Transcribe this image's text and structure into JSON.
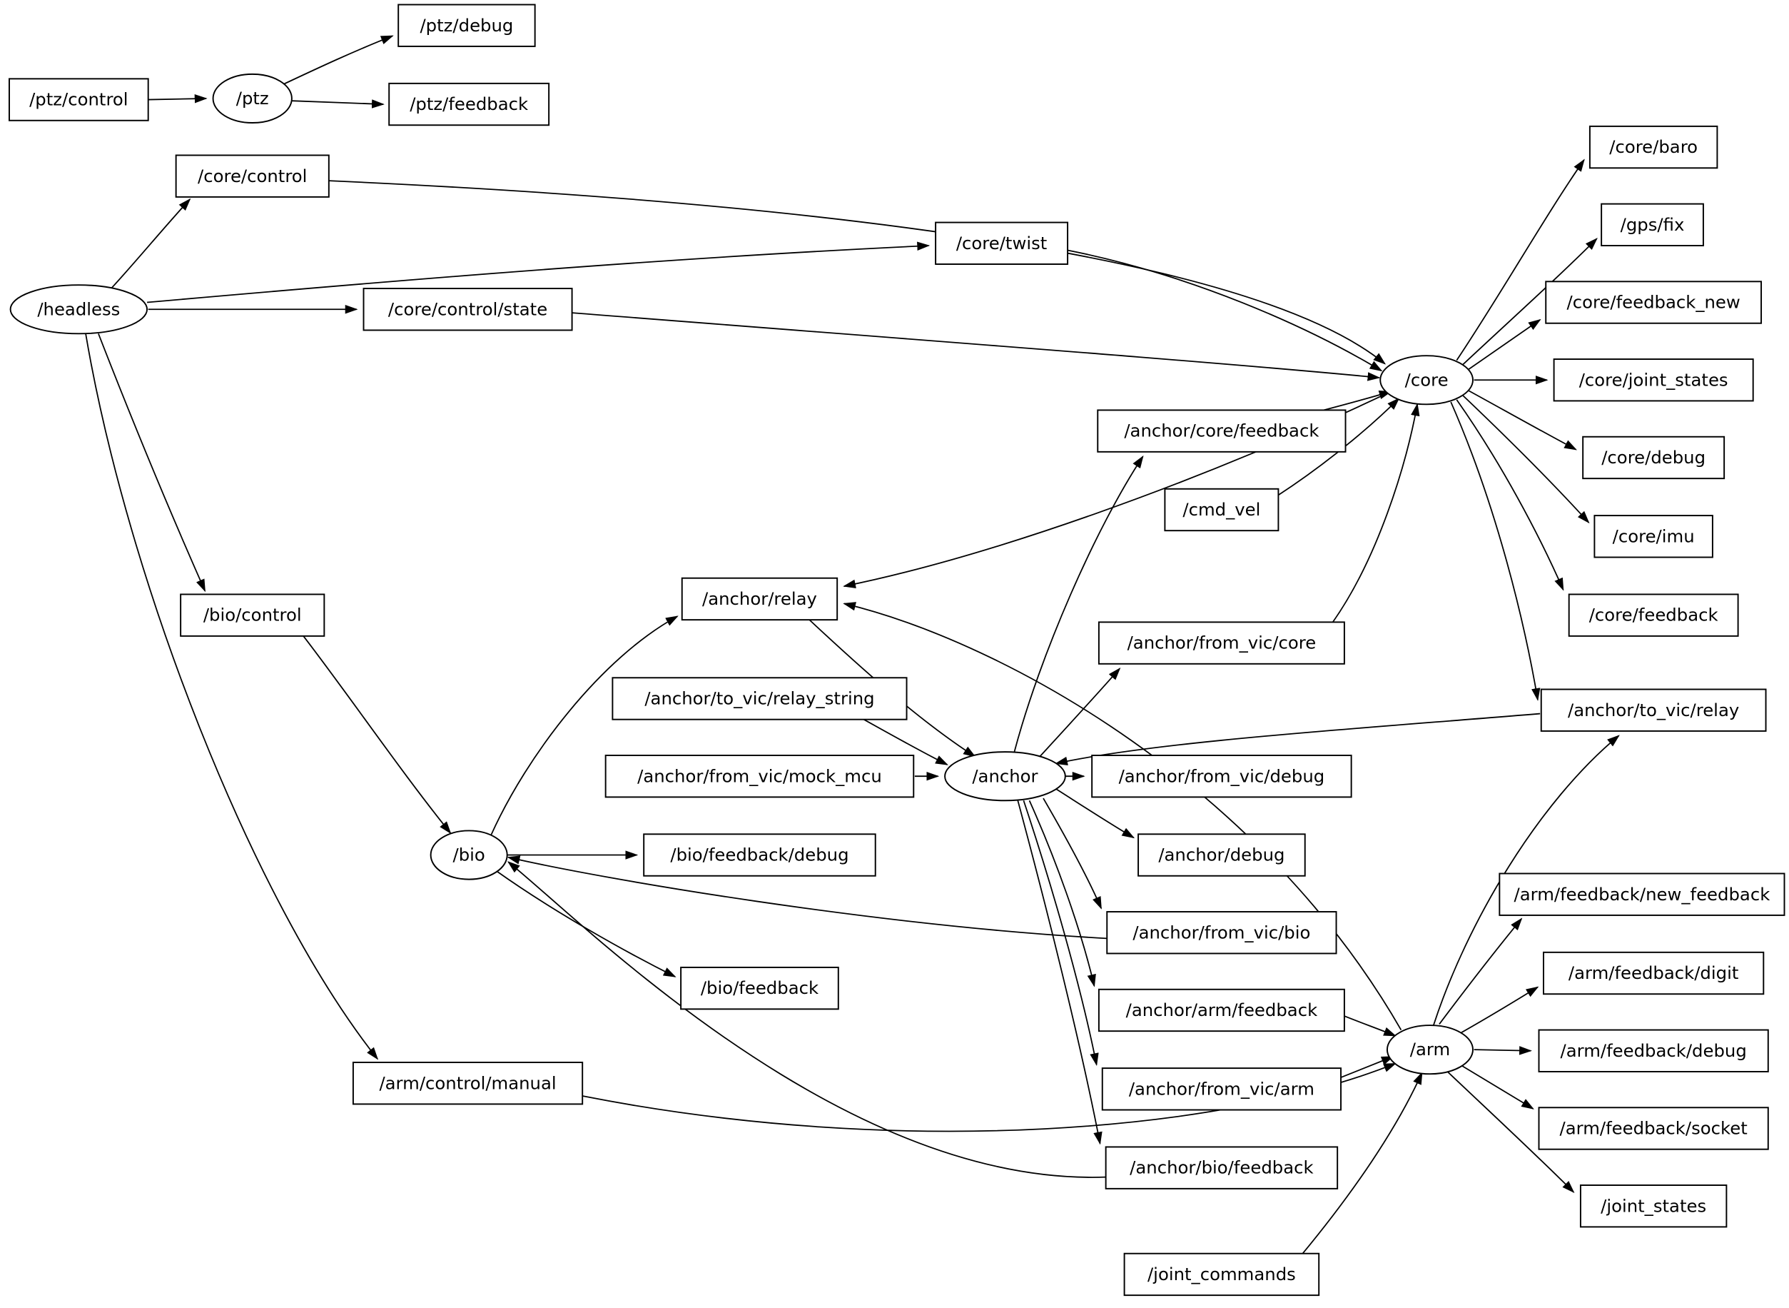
{
  "diagram": {
    "type": "ros-computation-graph",
    "colors": {
      "background": "#ffffff",
      "node_stroke": "#000000",
      "edge_stroke": "#000000",
      "text": "#000000"
    },
    "nodes": {
      "ptz": {
        "label": "/ptz",
        "shape": "ellipse"
      },
      "headless": {
        "label": "/headless",
        "shape": "ellipse"
      },
      "core": {
        "label": "/core",
        "shape": "ellipse"
      },
      "anchor": {
        "label": "/anchor",
        "shape": "ellipse"
      },
      "bio": {
        "label": "/bio",
        "shape": "ellipse"
      },
      "arm": {
        "label": "/arm",
        "shape": "ellipse"
      },
      "ptz_debug": {
        "label": "/ptz/debug",
        "shape": "box"
      },
      "ptz_control": {
        "label": "/ptz/control",
        "shape": "box"
      },
      "ptz_feedback": {
        "label": "/ptz/feedback",
        "shape": "box"
      },
      "core_control": {
        "label": "/core/control",
        "shape": "box"
      },
      "core_baro": {
        "label": "/core/baro",
        "shape": "box"
      },
      "gps_fix": {
        "label": "/gps/fix",
        "shape": "box"
      },
      "core_twist": {
        "label": "/core/twist",
        "shape": "box"
      },
      "core_feedback_new": {
        "label": "/core/feedback_new",
        "shape": "box"
      },
      "core_control_state": {
        "label": "/core/control/state",
        "shape": "box"
      },
      "core_joint_states": {
        "label": "/core/joint_states",
        "shape": "box"
      },
      "core_debug": {
        "label": "/core/debug",
        "shape": "box"
      },
      "anchor_core_feedback": {
        "label": "/anchor/core/feedback",
        "shape": "box"
      },
      "cmd_vel": {
        "label": "/cmd_vel",
        "shape": "box"
      },
      "core_imu": {
        "label": "/core/imu",
        "shape": "box"
      },
      "core_feedback": {
        "label": "/core/feedback",
        "shape": "box"
      },
      "anchor_relay": {
        "label": "/anchor/relay",
        "shape": "box"
      },
      "bio_control": {
        "label": "/bio/control",
        "shape": "box"
      },
      "anchor_from_vic_core": {
        "label": "/anchor/from_vic/core",
        "shape": "box"
      },
      "anchor_to_vic_relay_string": {
        "label": "/anchor/to_vic/relay_string",
        "shape": "box"
      },
      "anchor_to_vic_relay": {
        "label": "/anchor/to_vic/relay",
        "shape": "box"
      },
      "anchor_from_vic_mock_mcu": {
        "label": "/anchor/from_vic/mock_mcu",
        "shape": "box"
      },
      "anchor_from_vic_debug": {
        "label": "/anchor/from_vic/debug",
        "shape": "box"
      },
      "anchor_debug": {
        "label": "/anchor/debug",
        "shape": "box"
      },
      "bio_feedback_debug": {
        "label": "/bio/feedback/debug",
        "shape": "box"
      },
      "anchor_from_vic_bio": {
        "label": "/anchor/from_vic/bio",
        "shape": "box"
      },
      "arm_feedback_new_feedback": {
        "label": "/arm/feedback/new_feedback",
        "shape": "box"
      },
      "arm_feedback_digit": {
        "label": "/arm/feedback/digit",
        "shape": "box"
      },
      "bio_feedback": {
        "label": "/bio/feedback",
        "shape": "box"
      },
      "anchor_arm_feedback": {
        "label": "/anchor/arm/feedback",
        "shape": "box"
      },
      "arm_feedback_debug": {
        "label": "/arm/feedback/debug",
        "shape": "box"
      },
      "anchor_from_vic_arm": {
        "label": "/anchor/from_vic/arm",
        "shape": "box"
      },
      "arm_feedback_socket": {
        "label": "/arm/feedback/socket",
        "shape": "box"
      },
      "arm_control_manual": {
        "label": "/arm/control/manual",
        "shape": "box"
      },
      "anchor_bio_feedback": {
        "label": "/anchor/bio/feedback",
        "shape": "box"
      },
      "joint_states": {
        "label": "/joint_states",
        "shape": "box"
      },
      "joint_commands": {
        "label": "/joint_commands",
        "shape": "box"
      }
    },
    "edges": [
      {
        "from": "/ptz/control",
        "to": "/ptz"
      },
      {
        "from": "/ptz",
        "to": "/ptz/debug"
      },
      {
        "from": "/ptz",
        "to": "/ptz/feedback"
      },
      {
        "from": "/headless",
        "to": "/core/control"
      },
      {
        "from": "/headless",
        "to": "/core/twist"
      },
      {
        "from": "/headless",
        "to": "/core/control/state"
      },
      {
        "from": "/headless",
        "to": "/bio/control"
      },
      {
        "from": "/headless",
        "to": "/arm/control/manual"
      },
      {
        "from": "/core/control",
        "to": "/core"
      },
      {
        "from": "/core/twist",
        "to": "/core"
      },
      {
        "from": "/core/control/state",
        "to": "/core"
      },
      {
        "from": "/anchor/core/feedback",
        "to": "/core"
      },
      {
        "from": "/cmd_vel",
        "to": "/core"
      },
      {
        "from": "/anchor/from_vic/core",
        "to": "/core"
      },
      {
        "from": "/core",
        "to": "/core/baro"
      },
      {
        "from": "/core",
        "to": "/gps/fix"
      },
      {
        "from": "/core",
        "to": "/core/feedback_new"
      },
      {
        "from": "/core",
        "to": "/core/joint_states"
      },
      {
        "from": "/core",
        "to": "/core/debug"
      },
      {
        "from": "/core",
        "to": "/core/imu"
      },
      {
        "from": "/core",
        "to": "/core/feedback"
      },
      {
        "from": "/core",
        "to": "/anchor/to_vic/relay"
      },
      {
        "from": "/core",
        "to": "/anchor/relay"
      },
      {
        "from": "/anchor/relay",
        "to": "/anchor"
      },
      {
        "from": "/anchor/to_vic/relay_string",
        "to": "/anchor"
      },
      {
        "from": "/anchor/from_vic/mock_mcu",
        "to": "/anchor"
      },
      {
        "from": "/anchor/to_vic/relay",
        "to": "/anchor"
      },
      {
        "from": "/anchor",
        "to": "/anchor/core/feedback"
      },
      {
        "from": "/anchor",
        "to": "/anchor/from_vic/core"
      },
      {
        "from": "/anchor",
        "to": "/anchor/from_vic/debug"
      },
      {
        "from": "/anchor",
        "to": "/anchor/debug"
      },
      {
        "from": "/anchor",
        "to": "/anchor/from_vic/bio"
      },
      {
        "from": "/anchor",
        "to": "/anchor/arm/feedback"
      },
      {
        "from": "/anchor",
        "to": "/anchor/from_vic/arm"
      },
      {
        "from": "/anchor",
        "to": "/anchor/bio/feedback"
      },
      {
        "from": "/bio/control",
        "to": "/bio"
      },
      {
        "from": "/bio",
        "to": "/anchor/relay"
      },
      {
        "from": "/bio",
        "to": "/bio/feedback/debug"
      },
      {
        "from": "/bio",
        "to": "/bio/feedback"
      },
      {
        "from": "/anchor/bio/feedback",
        "to": "/bio"
      },
      {
        "from": "/anchor/from_vic/bio",
        "to": "/bio"
      },
      {
        "from": "/anchor/arm/feedback",
        "to": "/arm"
      },
      {
        "from": "/anchor/from_vic/arm",
        "to": "/arm"
      },
      {
        "from": "/arm/control/manual",
        "to": "/arm"
      },
      {
        "from": "/joint_commands",
        "to": "/arm"
      },
      {
        "from": "/arm",
        "to": "/arm/feedback/new_feedback"
      },
      {
        "from": "/arm",
        "to": "/arm/feedback/digit"
      },
      {
        "from": "/arm",
        "to": "/arm/feedback/debug"
      },
      {
        "from": "/arm",
        "to": "/arm/feedback/socket"
      },
      {
        "from": "/arm",
        "to": "/joint_states"
      },
      {
        "from": "/arm",
        "to": "/anchor/to_vic/relay"
      },
      {
        "from": "/arm",
        "to": "/anchor/relay"
      }
    ]
  }
}
